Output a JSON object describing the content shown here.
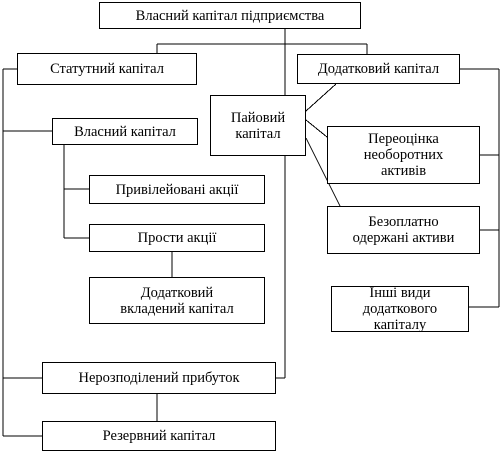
{
  "diagram": {
    "nodes": {
      "root": "Власний капітал підприємства",
      "statutory": "Статутний капітал",
      "additional": "Додатковий капітал",
      "share": "Пайовий\nкапітал",
      "own": "Власний капітал",
      "preferred": "Привілейовані акції",
      "ordinary": "Прости акції",
      "paid_in": "Додатковий\nвкладений капітал",
      "revaluation": "Переоцінка\nнеоборотних\nактивів",
      "free_assets": "Безоплатно\nодержані активи",
      "other_additional": "Інші види\nдодаткового\nкапіталу",
      "retained": "Нерозподілений прибуток",
      "reserve": "Резервний капітал"
    },
    "colors": {
      "line": "#000000",
      "box_border": "#000000",
      "background": "#ffffff"
    }
  }
}
